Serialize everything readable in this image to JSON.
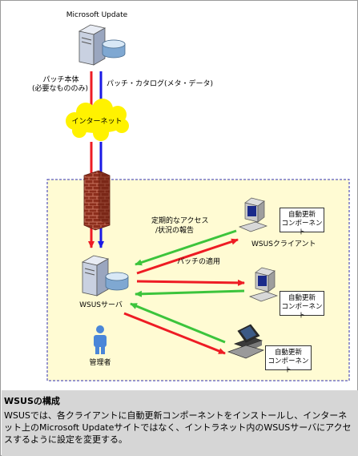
{
  "nodes": {
    "microsoft_update": "Microsoft Update",
    "internet": "インターネット",
    "wsus_server": "WSUSサーバ",
    "wsus_client": "WSUSクライアント",
    "admin": "管理者"
  },
  "labels": {
    "patch_body_1": "パッチ本体",
    "patch_body_2": "(必要なもののみ)",
    "patch_catalog": "パッチ・カタログ(メタ・データ)",
    "periodic_access_1": "定期的なアクセス",
    "periodic_access_2": "/状況の報告",
    "patch_apply": "パッチの適用"
  },
  "client_box": {
    "line1": "自動更新",
    "line2": "コンポーネント"
  },
  "caption": {
    "title": "WSUSの構成",
    "body": "WSUSでは、各クライアントに自動更新コンポーネントをインストールし、インターネット上のMicrosoft Updateサイトではなく、イントラネット内のWSUSサーバにアクセスするように設定を変更する。"
  },
  "colors": {
    "red_arrow": "#ee1c24",
    "blue_arrow": "#1a1ae6",
    "green_arrow": "#3cc43c",
    "cloud": "#fff200",
    "intranet_bg": "#fffbd3",
    "intranet_border": "#3030b0",
    "caption_bg": "#d6d6d6"
  }
}
